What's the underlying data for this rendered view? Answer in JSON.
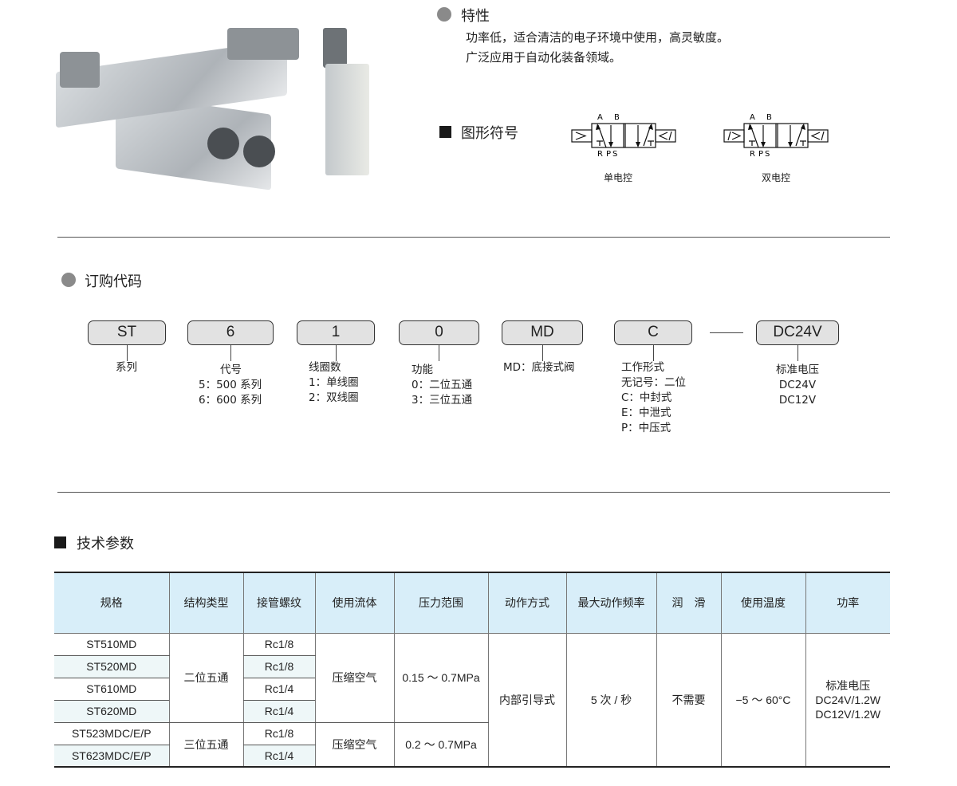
{
  "features": {
    "title": "特性",
    "lines": [
      "功率低，适合清洁的电子环境中使用，高灵敏度。",
      "广泛应用于自动化装备领域。"
    ]
  },
  "symbols": {
    "title": "图形符号",
    "ports": {
      "a": "A",
      "b": "B",
      "r": "R",
      "p": "P",
      "s": "S"
    },
    "single_caption": "单电控",
    "double_caption": "双电控"
  },
  "order_code": {
    "title": "订购代码",
    "boxes": [
      {
        "code": "ST",
        "label": [
          "系列"
        ]
      },
      {
        "code": "6",
        "label": [
          "代号",
          "5：500 系列",
          "6：600 系列"
        ]
      },
      {
        "code": "1",
        "label": [
          "线圈数",
          "1：单线圈",
          "2：双线圈"
        ]
      },
      {
        "code": "0",
        "label": [
          "功能",
          "0：二位五通",
          "3：三位五通"
        ]
      },
      {
        "code": "MD",
        "label": [
          "MD：底接式阀"
        ]
      },
      {
        "code": "C",
        "label": [
          "工作形式",
          "无记号：二位",
          "C：中封式",
          "E：中泄式",
          "P：中压式"
        ]
      },
      {
        "code": "DC24V",
        "label": [
          "标准电压",
          "DC24V",
          "DC12V"
        ]
      }
    ]
  },
  "specs": {
    "title": "技术参数",
    "headers": [
      "规格",
      "结构类型",
      "接管螺纹",
      "使用流体",
      "压力范围",
      "动作方式",
      "最大动作频率",
      "润　滑",
      "使用温度",
      "功率"
    ],
    "models": [
      "ST510MD",
      "ST520MD",
      "ST610MD",
      "ST620MD",
      "ST523MDC/E/P",
      "ST623MDC/E/P"
    ],
    "threads": [
      "Rc1/8",
      "Rc1/8",
      "Rc1/4",
      "Rc1/4",
      "Rc1/8",
      "Rc1/4"
    ],
    "type_2": "二位五通",
    "type_3": "三位五通",
    "fluid_2": "压缩空气",
    "fluid_3": "压缩空气",
    "pressure_2": "0.15 ～ 0.7MPa",
    "pressure_3": "0.2 ～ 0.7MPa",
    "action": "内部引导式",
    "frequency": "5 次 / 秒",
    "lubrication": "不需要",
    "temperature": "−5 ～ 60°C",
    "power": [
      "标准电压",
      "DC24V/1.2W",
      "DC12V/1.2W"
    ]
  }
}
